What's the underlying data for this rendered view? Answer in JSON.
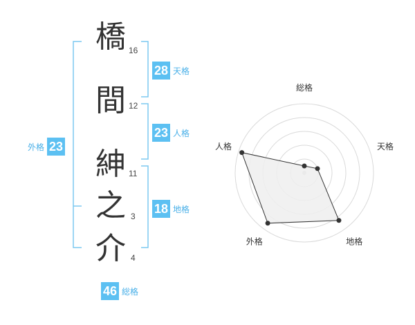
{
  "name": {
    "characters": [
      {
        "char": "橋",
        "strokes": "16"
      },
      {
        "char": "間",
        "strokes": "12"
      },
      {
        "char": "紳",
        "strokes": "11"
      },
      {
        "char": "之",
        "strokes": "3"
      },
      {
        "char": "介",
        "strokes": "4"
      }
    ]
  },
  "kakusu": {
    "tenkaku": {
      "value": "28",
      "label": "天格"
    },
    "jinkaku": {
      "value": "23",
      "label": "人格"
    },
    "chikaku": {
      "value": "18",
      "label": "地格"
    },
    "gaikaku": {
      "value": "23",
      "label": "外格"
    },
    "soukaku": {
      "value": "46",
      "label": "総格"
    }
  },
  "radar": {
    "axes": [
      "総格",
      "天格",
      "地格",
      "外格",
      "人格"
    ],
    "levels": 5,
    "values": [
      0.1,
      0.2,
      0.85,
      0.9,
      0.95
    ]
  },
  "colors": {
    "accent": "#5cc0f2",
    "bracket": "#7cc8f0",
    "label": "#4ab0e8"
  }
}
